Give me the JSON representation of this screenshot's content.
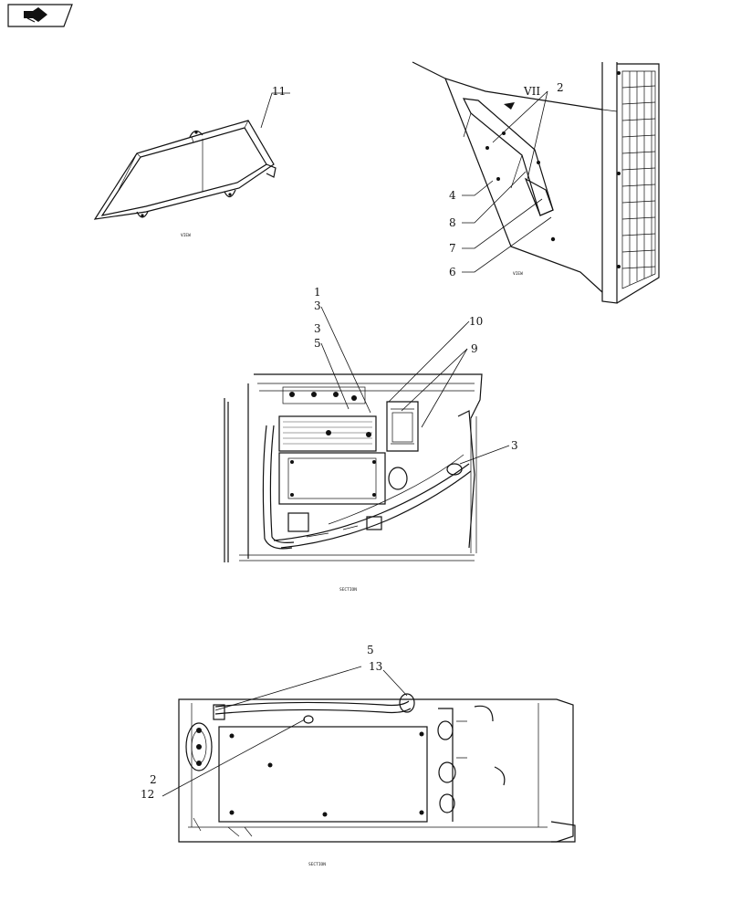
{
  "nav": {
    "icon": "back-arrow-icon"
  },
  "views": {
    "top_left": {
      "caption": "VIEW",
      "callouts": [
        "11"
      ]
    },
    "top_right": {
      "caption": "VIEW",
      "view_marker": "VII",
      "callouts": [
        "2",
        "4",
        "8",
        "7",
        "6"
      ]
    },
    "middle": {
      "caption": "SECTION",
      "callouts": [
        "1",
        "3",
        "3",
        "5",
        "10",
        "9",
        "3"
      ]
    },
    "bottom": {
      "caption": "SECTION",
      "callouts": [
        "5",
        "13",
        "2",
        "12"
      ]
    }
  }
}
